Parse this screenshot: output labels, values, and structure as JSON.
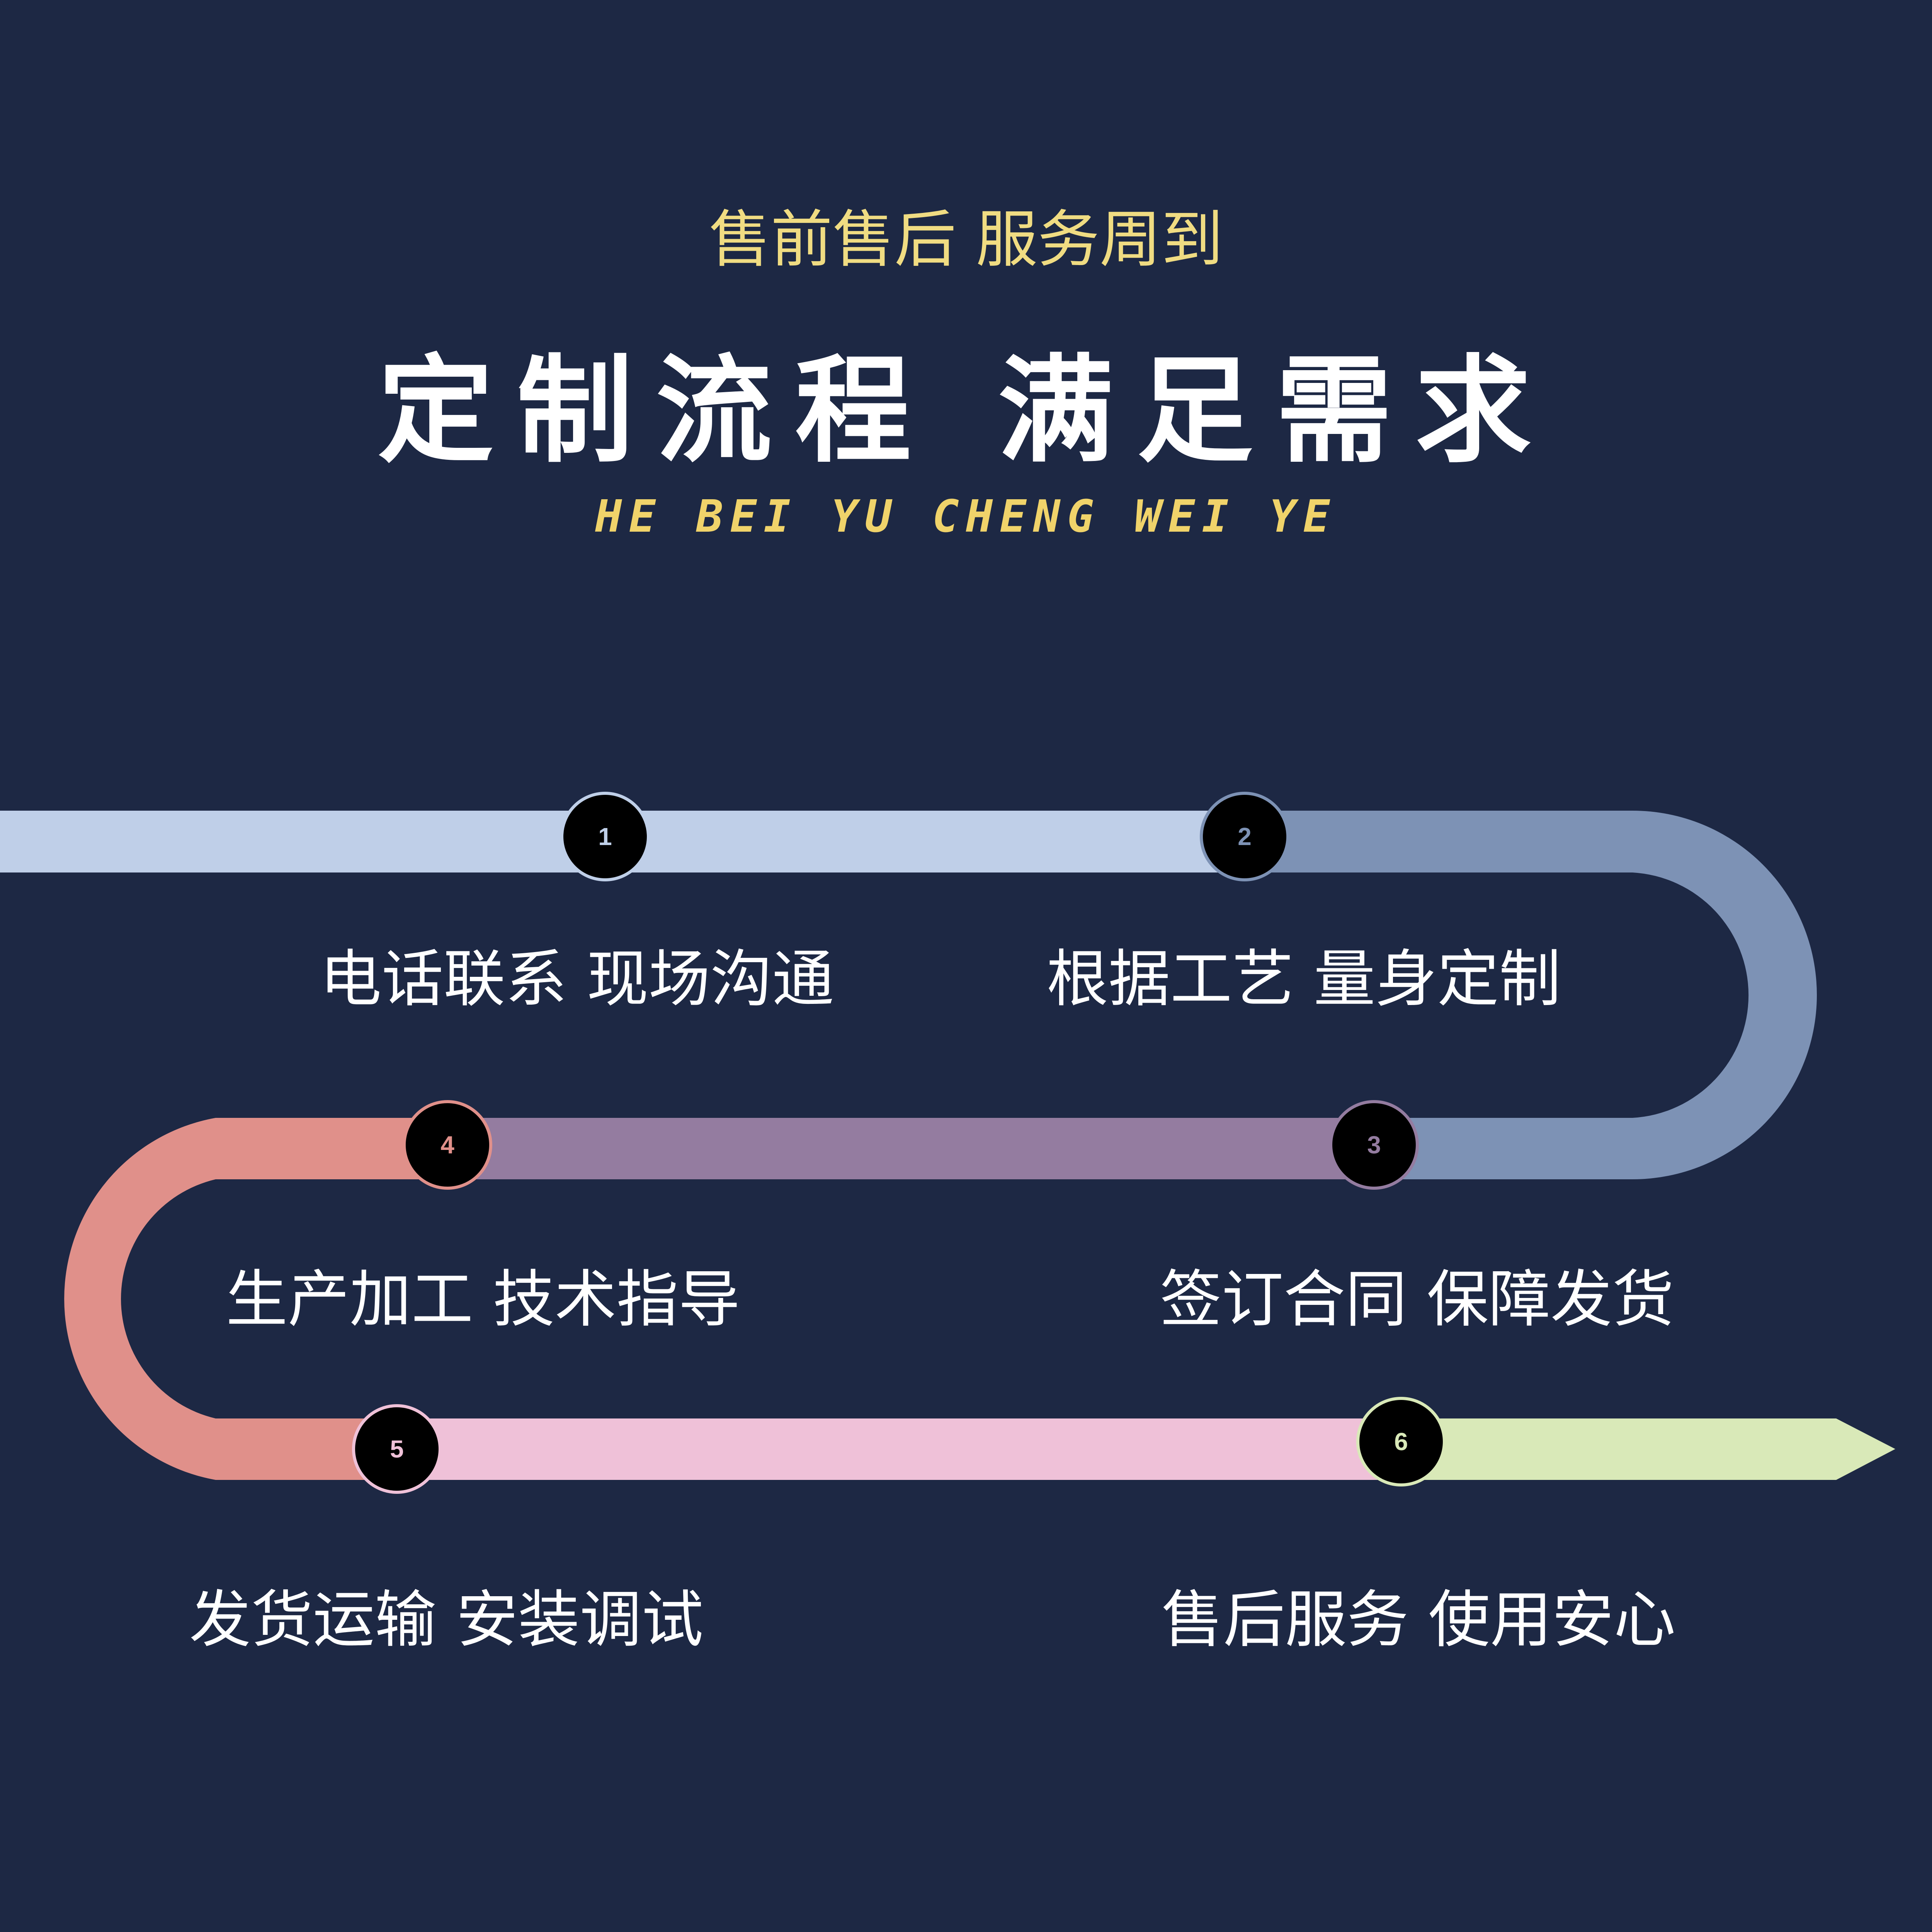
{
  "header": {
    "subtitle": "售前售后 服务周到",
    "title": "定制流程 满足需求",
    "company": "HE BEI YU CHENG WEI YE"
  },
  "colors": {
    "background": "#1d2844",
    "step1": "#bfcfe8",
    "step2": "#7d92b5",
    "step3": "#947ca0",
    "step4": "#e0908a",
    "step5": "#efc1d8",
    "step6": "#d9e9b8"
  },
  "steps": [
    {
      "number": "1",
      "label": "电话联系 现场沟通"
    },
    {
      "number": "2",
      "label": "根据工艺 量身定制"
    },
    {
      "number": "3",
      "label": "签订合同 保障发货"
    },
    {
      "number": "4",
      "label": "生产加工 技术指导"
    },
    {
      "number": "5",
      "label": "发货运输 安装调试"
    },
    {
      "number": "6",
      "label": "售后服务 使用安心"
    }
  ]
}
